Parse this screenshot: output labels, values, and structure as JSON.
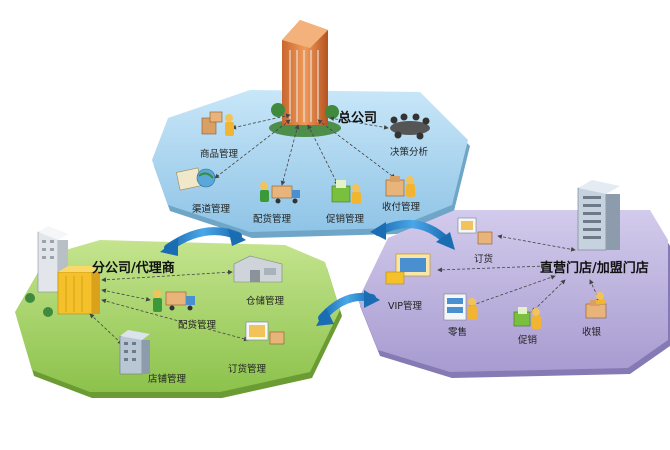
{
  "hq": {
    "title": "总公司",
    "nodes": {
      "goods": "商品管理",
      "channel": "渠道管理",
      "distribution": "配货管理",
      "promotion": "促销管理",
      "payment": "收付管理",
      "decision": "决策分析"
    }
  },
  "branch": {
    "title": "分公司/代理商",
    "nodes": {
      "warehouse": "仓储管理",
      "distribution": "配货管理",
      "ordering": "订货管理",
      "store": "店铺管理"
    }
  },
  "stores": {
    "title": "直营门店/加盟门店",
    "nodes": {
      "order": "订货",
      "vip": "VIP管理",
      "retail": "零售",
      "promotion": "促销",
      "cashier": "收银"
    }
  },
  "colors": {
    "hq_region": "#a9d4ee",
    "branch_region": "#a7d36b",
    "store_region": "#bcb3dc",
    "link_arrow": "#1f7bc4"
  }
}
